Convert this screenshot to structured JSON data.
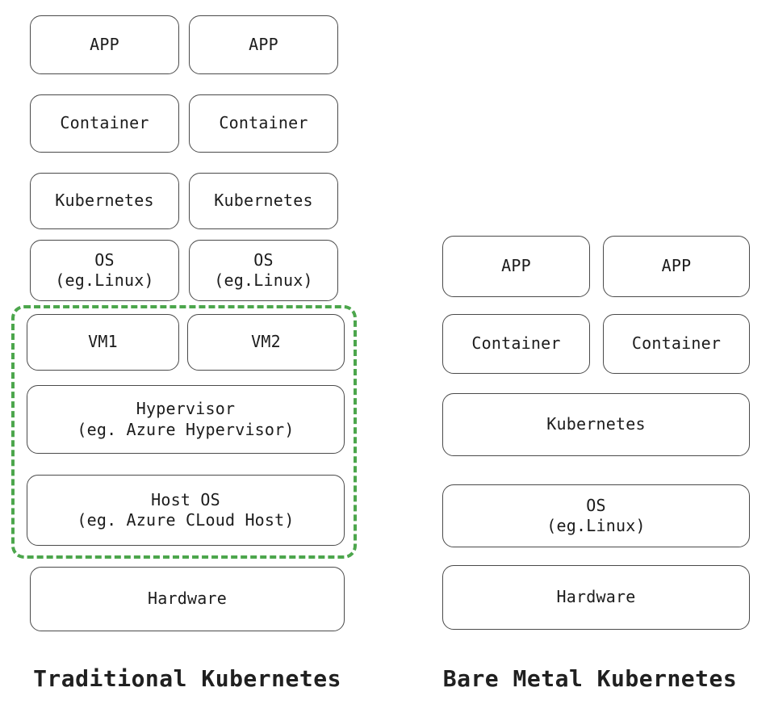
{
  "figure": {
    "background_color": "#ffffff",
    "box_border_color": "#4a4a4a",
    "group_highlight_color": "#4ca64c",
    "text_color": "#1c1c1c"
  },
  "columns": [
    {
      "id": "traditional",
      "caption": "Traditional Kubernetes",
      "highlight_group": {
        "name": "virtualization-layer",
        "style": "green-dashed",
        "contains": [
          "VM1",
          "VM2",
          "Hypervisor (eg. Azure Hypervisor)",
          "Host OS (eg. Azure CLoud Host)"
        ]
      },
      "rows": [
        {
          "name": "app",
          "span": "split",
          "cells": [
            {
              "line1": "APP",
              "line2": ""
            },
            {
              "line1": "APP",
              "line2": ""
            }
          ]
        },
        {
          "name": "container",
          "span": "split",
          "cells": [
            {
              "line1": "Container",
              "line2": ""
            },
            {
              "line1": "Container",
              "line2": ""
            }
          ]
        },
        {
          "name": "kubernetes",
          "span": "split",
          "cells": [
            {
              "line1": "Kubernetes",
              "line2": ""
            },
            {
              "line1": "Kubernetes",
              "line2": ""
            }
          ]
        },
        {
          "name": "guest-os",
          "span": "split",
          "cells": [
            {
              "line1": "OS",
              "line2": "(eg.Linux)"
            },
            {
              "line1": "OS",
              "line2": "(eg.Linux)"
            }
          ]
        },
        {
          "name": "vm",
          "span": "split-wide",
          "cells": [
            {
              "line1": "VM1",
              "line2": ""
            },
            {
              "line1": "VM2",
              "line2": ""
            }
          ]
        },
        {
          "name": "hypervisor",
          "span": "full",
          "cells": [
            {
              "line1": "Hypervisor",
              "line2": "(eg. Azure Hypervisor)"
            }
          ]
        },
        {
          "name": "host-os",
          "span": "full",
          "cells": [
            {
              "line1": "Host OS",
              "line2": "(eg. Azure CLoud Host)"
            }
          ]
        },
        {
          "name": "hardware",
          "span": "full",
          "cells": [
            {
              "line1": "Hardware",
              "line2": ""
            }
          ]
        }
      ]
    },
    {
      "id": "bare-metal",
      "caption": "Bare Metal Kubernetes",
      "highlight_group": null,
      "rows": [
        {
          "name": "app",
          "span": "split",
          "cells": [
            {
              "line1": "APP",
              "line2": ""
            },
            {
              "line1": "APP",
              "line2": ""
            }
          ]
        },
        {
          "name": "container",
          "span": "split",
          "cells": [
            {
              "line1": "Container",
              "line2": ""
            },
            {
              "line1": "Container",
              "line2": ""
            }
          ]
        },
        {
          "name": "kubernetes",
          "span": "full",
          "cells": [
            {
              "line1": "Kubernetes",
              "line2": ""
            }
          ]
        },
        {
          "name": "os",
          "span": "full",
          "cells": [
            {
              "line1": "OS",
              "line2": "(eg.Linux)"
            }
          ]
        },
        {
          "name": "hardware",
          "span": "full",
          "cells": [
            {
              "line1": "Hardware",
              "line2": ""
            }
          ]
        }
      ]
    }
  ]
}
